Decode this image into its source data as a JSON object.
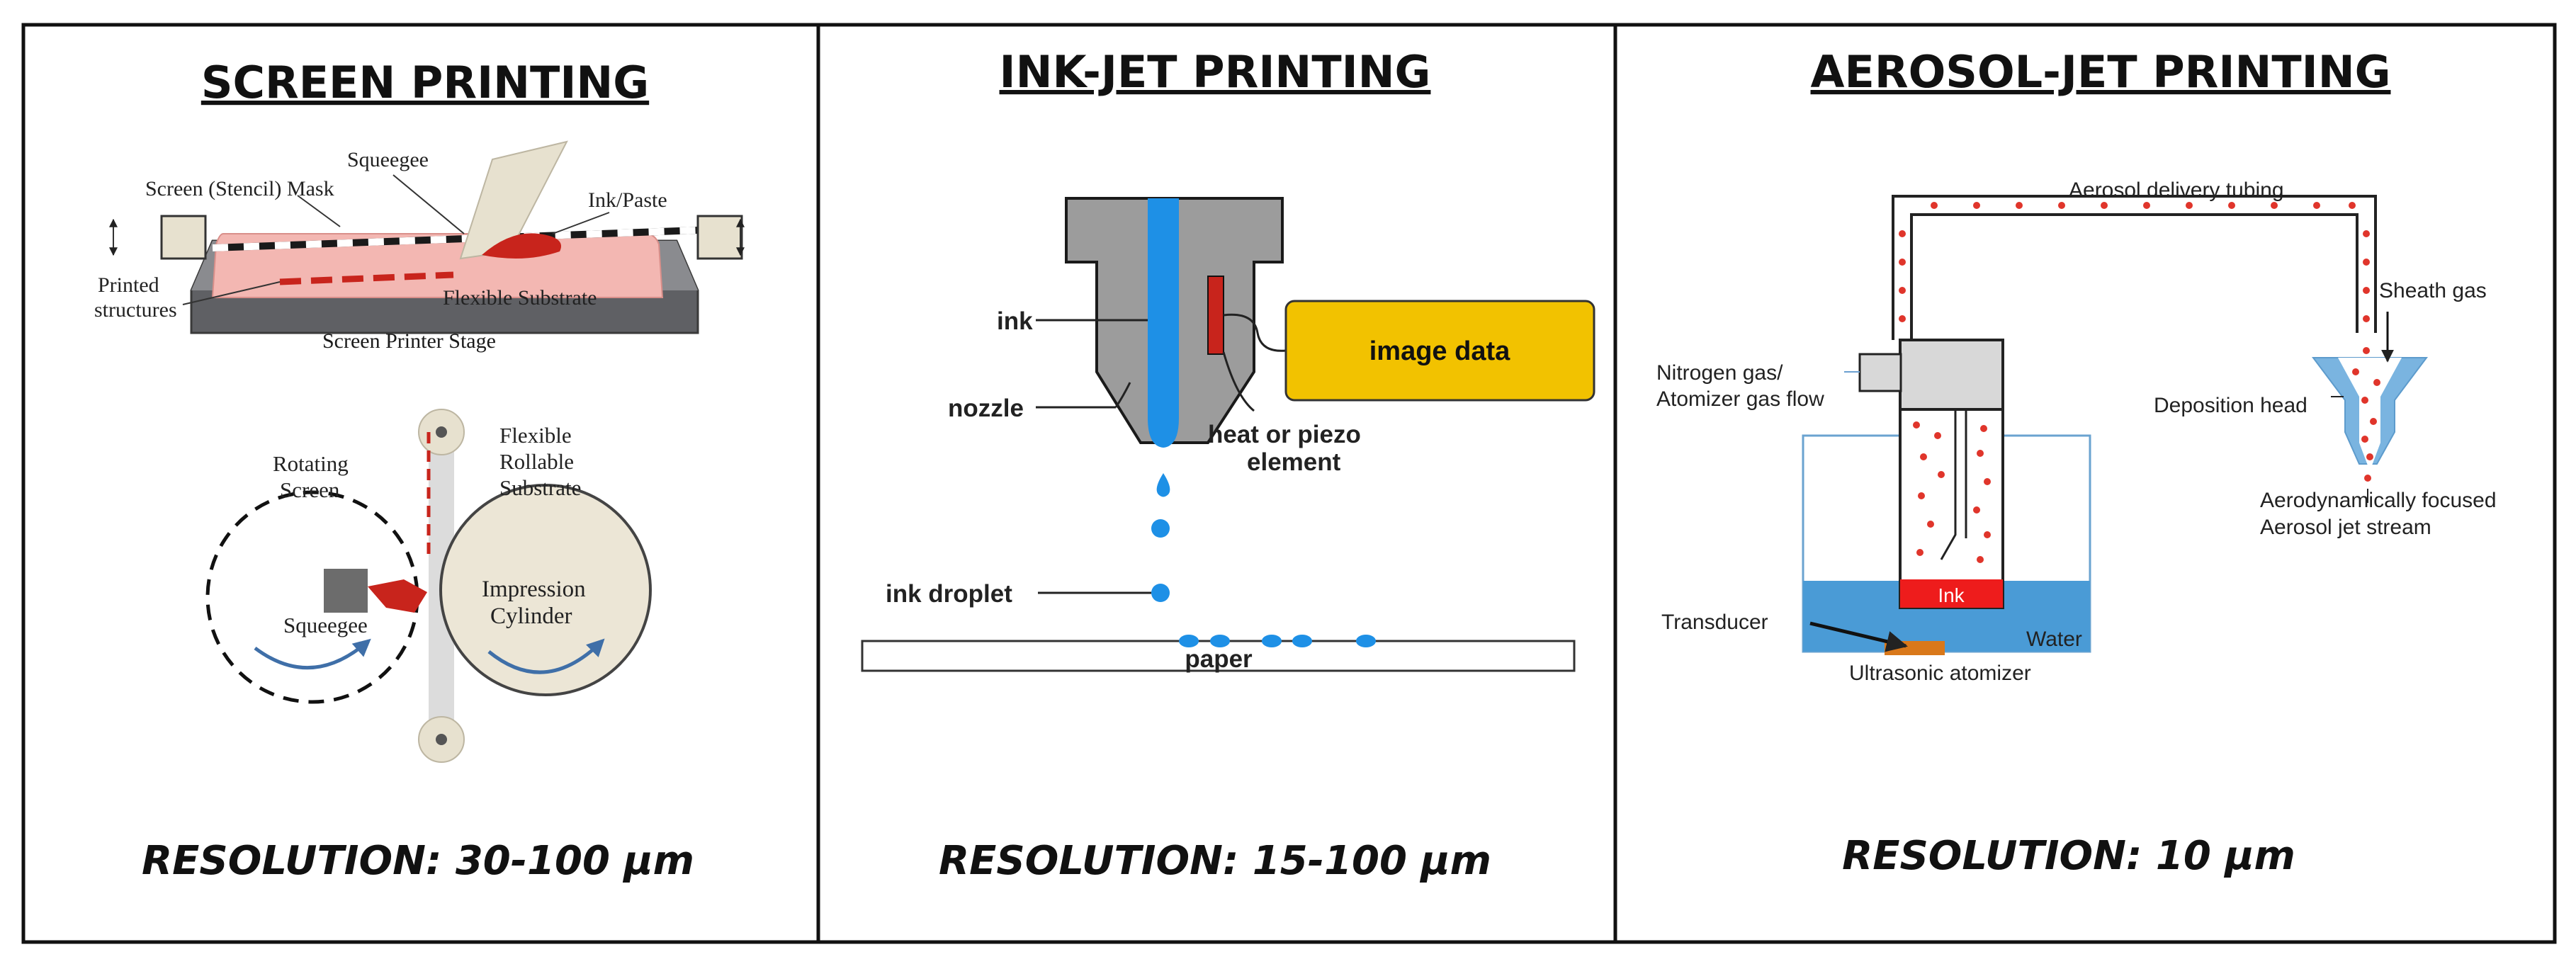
{
  "panels": [
    {
      "title": "SCREEN PRINTING",
      "resolution": "RESOLUTION: 30-100 µm",
      "labels": {
        "squeegee_top": "Squeegee",
        "screen_mask": "Screen (Stencil) Mask",
        "ink_paste": "Ink/Paste",
        "printed_structures_1": "Printed",
        "printed_structures_2": "structures",
        "flexible_substrate": "Flexible Substrate",
        "stage": "Screen Printer Stage",
        "flexible_1": "Flexible",
        "flexible_2": "Rollable",
        "flexible_3": "Substrate",
        "rotating_1": "Rotating",
        "rotating_2": "Screen",
        "squeegee_bottom": "Squeegee",
        "impression_1": "Impression",
        "impression_2": "Cylinder"
      }
    },
    {
      "title": "INK-JET PRINTING",
      "resolution": "RESOLUTION: 15-100 µm",
      "labels": {
        "ink": "ink",
        "nozzle": "nozzle",
        "image_data": "image data",
        "heat_1": "heat or piezo",
        "heat_2": "element",
        "ink_droplet": "ink droplet",
        "paper": "paper"
      }
    },
    {
      "title": "AEROSOL-JET PRINTING",
      "resolution": "RESOLUTION: 10 µm",
      "labels": {
        "tubing": "Aerosol delivery tubing",
        "sheath_gas": "Sheath gas",
        "nitrogen_1": "Nitrogen gas/",
        "nitrogen_2": "Atomizer gas flow",
        "deposition_head": "Deposition head",
        "focused_1": "Aerodynamically focused",
        "focused_2": "Aerosol jet stream",
        "ink": "Ink",
        "transducer": "Transducer",
        "water": "Water",
        "atomizer": "Ultrasonic atomizer"
      }
    }
  ],
  "colors": {
    "border": "#111111",
    "ink_blue": "#1e90e6",
    "heater_red": "#c8241c",
    "image_data_fill": "#f2c200",
    "nozzle_grey": "#9c9c9c",
    "aerosol_dot": "#e0352b",
    "water_blue": "#4a9bd6",
    "substrate_pink": "#f3b7b2",
    "cylinder_fill": "#ece6d6",
    "transducer_orange": "#d9781a"
  }
}
